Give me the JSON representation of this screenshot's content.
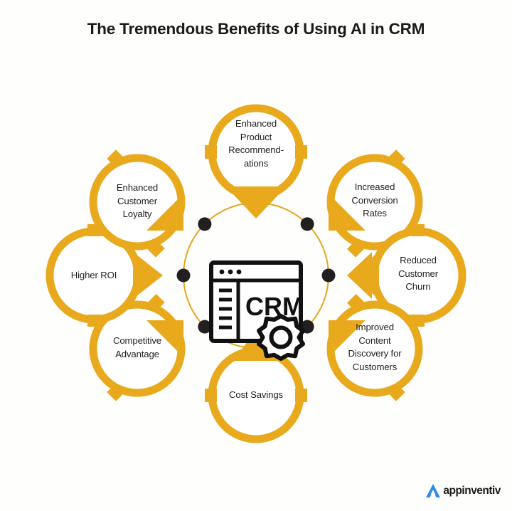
{
  "page": {
    "title": "The Tremendous Benefits of Using AI in CRM",
    "background_color": "#fefefd"
  },
  "theme": {
    "gold": "#E8A91D",
    "gold_ring": "#E5A81C",
    "dot_dark": "#231f20",
    "text_dark": "#231f20",
    "logo_blue": "#2E8BE8"
  },
  "center": {
    "icon_name": "crm-window-gear-icon",
    "icon_label": "CRM",
    "inner_ring_dots": 8
  },
  "nodes": [
    {
      "id": "enhanced-product-recommendations",
      "label": "Enhanced\nProduct\nRecommend-\nations",
      "position": "top",
      "arrow": "down"
    },
    {
      "id": "increased-conversion-rates",
      "label": "Increased\nConversion\nRates",
      "position": "top-right",
      "arrow": "down-left"
    },
    {
      "id": "reduced-customer-churn",
      "label": "Reduced\nCustomer\nChurn",
      "position": "right",
      "arrow": "left"
    },
    {
      "id": "improved-content-discovery",
      "label": "Improved\nContent\nDiscovery for\nCustomers",
      "position": "bottom-right",
      "arrow": "up-left"
    },
    {
      "id": "cost-savings",
      "label": "Cost Savings",
      "position": "bottom",
      "arrow": "up"
    },
    {
      "id": "competitive-advantage",
      "label": "Competitive\nAdvantage",
      "position": "bottom-left",
      "arrow": "up-right"
    },
    {
      "id": "higher-roi",
      "label": "Higher ROI",
      "position": "left",
      "arrow": "right"
    },
    {
      "id": "enhanced-customer-loyalty",
      "label": "Enhanced\nCustomer\nLoyalty",
      "position": "top-left",
      "arrow": "down-right"
    }
  ],
  "footer": {
    "logo_text": "appinventiv",
    "logo_mark_name": "appinventiv-a-mark"
  }
}
